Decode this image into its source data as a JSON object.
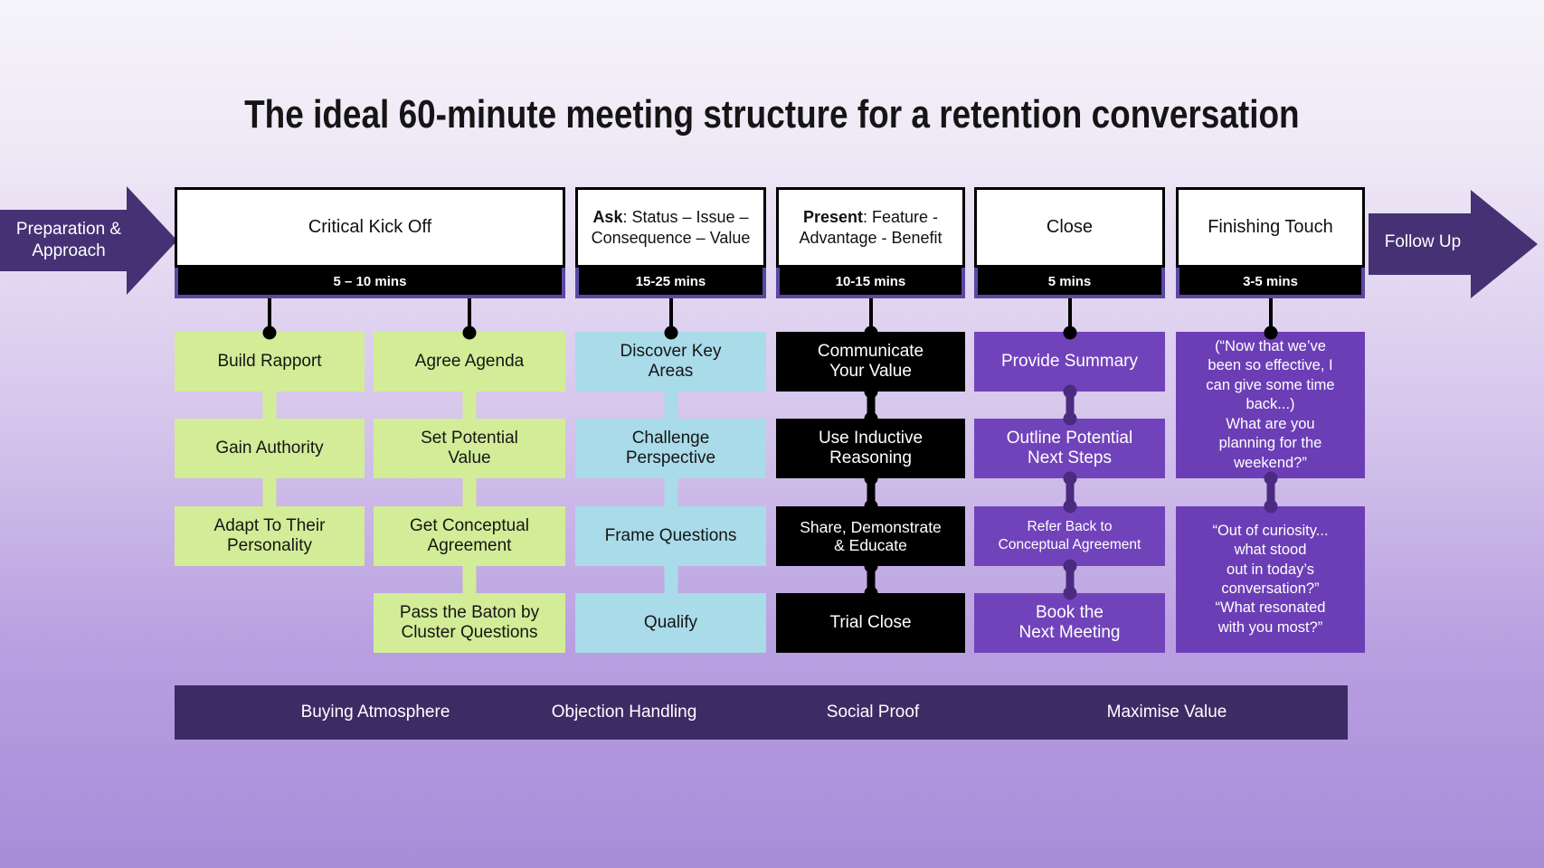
{
  "title": "The ideal 60-minute meeting structure for a retention conversation",
  "flow": {
    "start_label": "Preparation &\nApproach",
    "end_label": "Follow Up"
  },
  "columns": [
    {
      "header": "Critical Kick Off",
      "duration": "5 – 10 mins",
      "left_boxes": [
        "Build Rapport",
        "Gain Authority",
        "Adapt To Their\nPersonality"
      ],
      "right_boxes": [
        "Agree Agenda",
        "Set Potential\nValue",
        "Get Conceptual\nAgreement",
        "Pass the Baton by\nCluster Questions"
      ]
    },
    {
      "header_bold": "Ask",
      "header_rest": ": Status – Issue – Consequence – Value",
      "duration": "15-25 mins",
      "boxes": [
        "Discover Key\nAreas",
        "Challenge\nPerspective",
        "Frame Questions",
        "Qualify"
      ]
    },
    {
      "header_bold": "Present",
      "header_rest": ": Feature - Advantage - Benefit",
      "duration": "10-15 mins",
      "boxes": [
        "Communicate\nYour Value",
        "Use Inductive\nReasoning",
        "Share, Demonstrate\n& Educate",
        "Trial Close"
      ]
    },
    {
      "header": "Close",
      "duration": "5 mins",
      "boxes": [
        "Provide Summary",
        "Outline Potential\nNext Steps",
        "Refer Back to\nConceptual Agreement",
        "Book the\nNext Meeting"
      ]
    },
    {
      "header": "Finishing Touch",
      "duration": "3-5 mins",
      "boxes": [
        "(“Now that we’ve\nbeen so effective, I\ncan give some time\nback...)\nWhat are you\nplanning for the\nweekend?”",
        "“Out of curiosity...\nwhat stood\nout in today’s\nconversation?”\n“What resonated\nwith you most?”"
      ]
    }
  ],
  "footer": {
    "labels": [
      "Buying Atmosphere",
      "Objection Handling",
      "Social Proof",
      "Maximise Value"
    ]
  },
  "colors": {
    "arrow_purple": "#453174",
    "footer_purple": "#3d2b66",
    "timebar_border_purple": "#5b48a2",
    "step_green": "#d3ec97",
    "step_blue": "#a9dbe9",
    "step_purple": "#7143bb",
    "finishing_purple": "#6c3eb6",
    "connector_dark_purple": "#4b2b80",
    "step_black": "#000000"
  }
}
